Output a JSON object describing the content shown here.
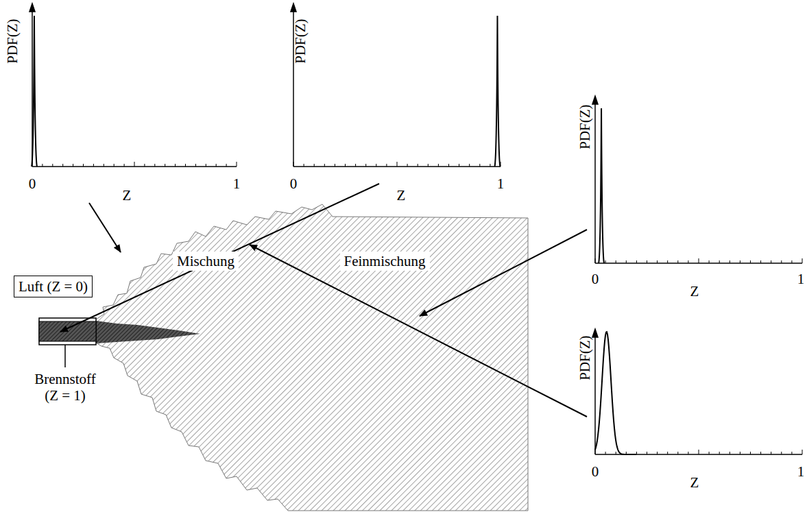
{
  "diagram": {
    "nodes": [
      {
        "text": [
          "Luft (Z = 0)"
        ]
      }
    ],
    "labels": [
      "PDF(Z)",
      "0",
      "Z",
      "1",
      "PDF(Z)",
      "0",
      "Z",
      "1",
      "PDF(Z)",
      "0",
      "Z",
      "1",
      "PDF(Z)",
      "0",
      "Z",
      "1",
      "Mischung",
      "Feinmischung",
      "Brennstoff (Z = 1)"
    ]
  }
}
